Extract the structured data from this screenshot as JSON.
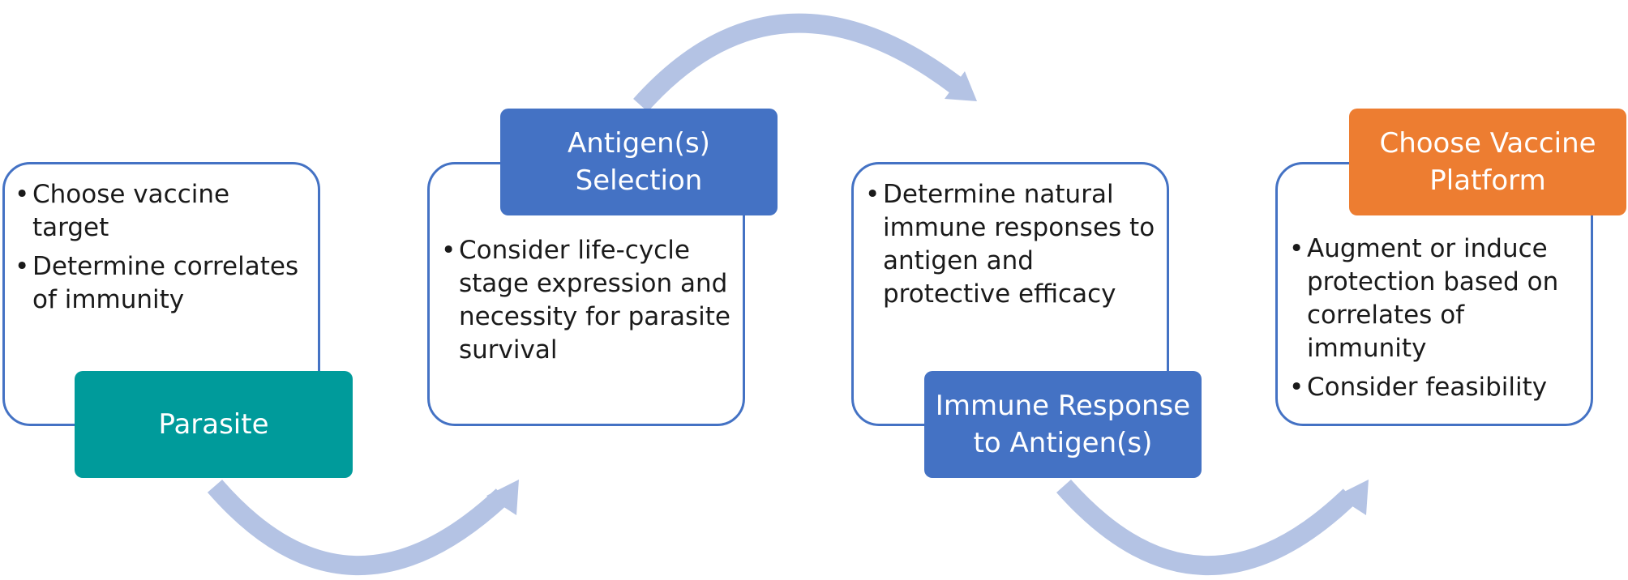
{
  "colors": {
    "outline": "#4472C4",
    "arrow": "#B4C3E4",
    "parasite": "#009B9B",
    "blue": "#4472C4",
    "orange": "#ED7D31"
  },
  "stages": [
    {
      "label": "Parasite",
      "bullets": [
        "Choose vaccine target",
        "Determine correlates of immunity"
      ]
    },
    {
      "label": "Antigen(s) Selection",
      "bullets": [
        "Consider life-cycle stage expression and necessity for parasite survival"
      ]
    },
    {
      "label": "Immune Response to Antigen(s)",
      "bullets": [
        "Determine natural immune responses to antigen and protective efficacy"
      ]
    },
    {
      "label": "Choose Vaccine Platform",
      "bullets": [
        "Augment or induce protection based on correlates of immunity",
        "Consider feasibility"
      ]
    }
  ],
  "connectors": [
    {
      "from": "Parasite",
      "to": "Antigen(s) Selection",
      "icon": "curved-arrow-icon"
    },
    {
      "from": "Antigen(s) Selection",
      "to": "Immune Response to Antigen(s)",
      "icon": "curved-arrow-icon"
    },
    {
      "from": "Immune Response to Antigen(s)",
      "to": "Choose Vaccine Platform",
      "icon": "curved-arrow-icon"
    }
  ]
}
